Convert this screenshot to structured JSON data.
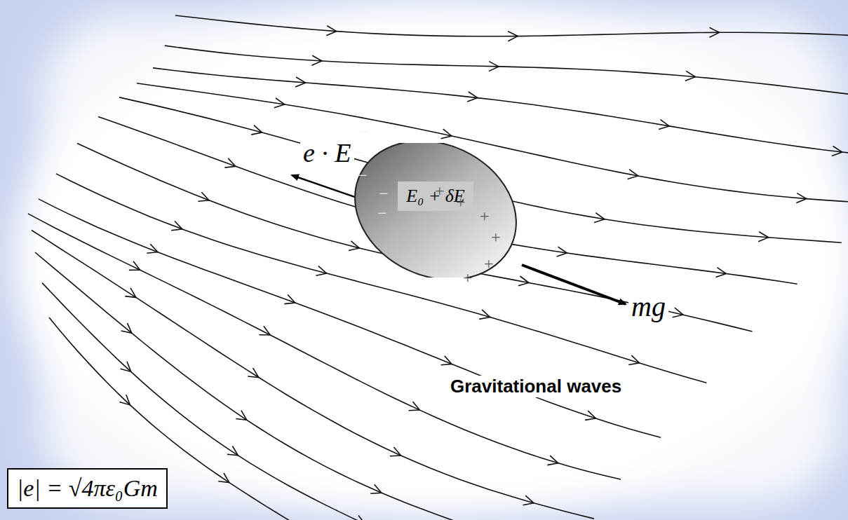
{
  "diagram": {
    "nodes": [
      {
        "text": [
          "E₀ + δE"
        ]
      },
      {
        "text": [
          "|e| = √4πε₀Gm"
        ]
      }
    ],
    "labels": [
      "e · E",
      "mg",
      "Gravitational waves",
      "−",
      "−",
      "−",
      "−",
      "−",
      "+",
      "+",
      "+",
      "+",
      "+",
      "+"
    ]
  }
}
